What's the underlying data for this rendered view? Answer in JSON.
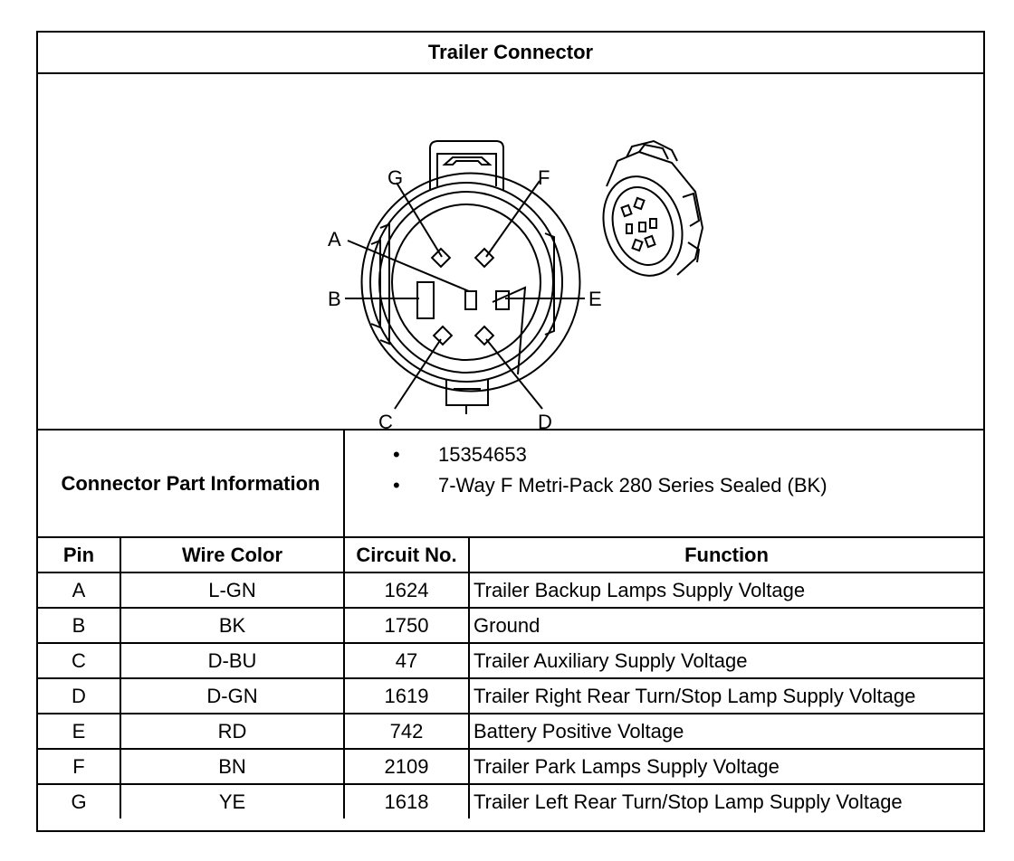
{
  "title": "Trailer Connector",
  "connector_face": {
    "pin_letters": [
      "A",
      "B",
      "C",
      "D",
      "E",
      "F",
      "G"
    ]
  },
  "part_info": {
    "label": "Connector Part Information",
    "bullet": "•",
    "items": [
      "15354653",
      "7-Way F Metri-Pack 280 Series Sealed (BK)"
    ]
  },
  "table": {
    "headers": [
      "Pin",
      "Wire Color",
      "Circuit No.",
      "Function"
    ],
    "rows": [
      [
        "A",
        "L-GN",
        "1624",
        "Trailer Backup Lamps Supply Voltage"
      ],
      [
        "B",
        "BK",
        "1750",
        "Ground"
      ],
      [
        "C",
        "D-BU",
        "47",
        "Trailer Auxiliary Supply Voltage"
      ],
      [
        "D",
        "D-GN",
        "1619",
        "Trailer Right Rear Turn/Stop Lamp Supply Voltage"
      ],
      [
        "E",
        "RD",
        "742",
        "Battery Positive Voltage"
      ],
      [
        "F",
        "BN",
        "2109",
        "Trailer Park Lamps Supply Voltage"
      ],
      [
        "G",
        "YE",
        "1618",
        "Trailer Left Rear Turn/Stop Lamp Supply Voltage"
      ]
    ]
  }
}
